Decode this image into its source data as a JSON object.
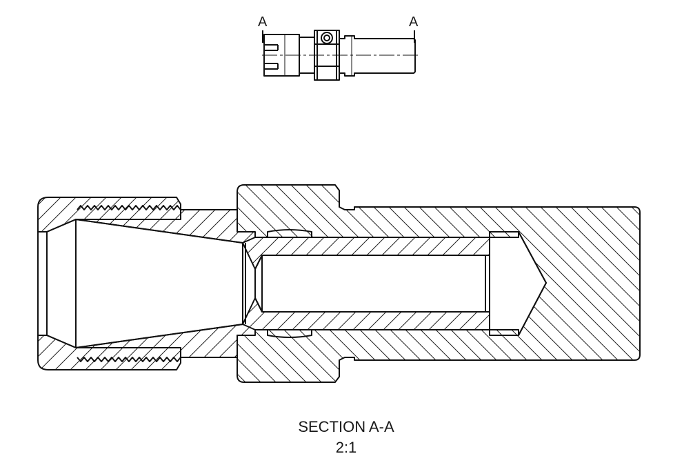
{
  "drawing": {
    "section_markers": {
      "left": "A",
      "right": "A"
    },
    "section_title": "SECTION A-A",
    "scale": "2:1",
    "line_color": "#111111",
    "background": "#ffffff"
  }
}
